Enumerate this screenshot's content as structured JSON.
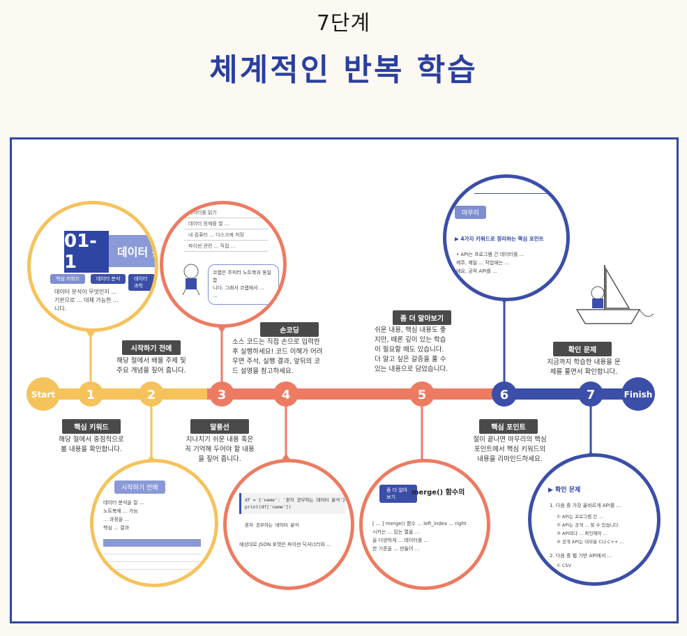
{
  "header": {
    "step": "7단계",
    "title": "체계적인 반복 학습"
  },
  "timeline": {
    "start": "Start",
    "finish": "Finish",
    "numbers": [
      "1",
      "2",
      "3",
      "4",
      "5",
      "6",
      "7"
    ],
    "colors": {
      "yellow": "#f5c25c",
      "orange": "#ec7b62",
      "blue": "#3b4ea8"
    }
  },
  "steps": {
    "s1": {
      "label": "핵심 키워드",
      "desc": [
        "해당 절에서 중점적으로",
        "볼 내용을 확인합니다."
      ]
    },
    "s2": {
      "label": "시작하기 전에",
      "desc": [
        "해당 절에서 배울 주제 및",
        "주요 개념을 짚어 줍니다."
      ]
    },
    "s3": {
      "label": "말풍선",
      "desc": [
        "지나치기 쉬운 내용 혹은",
        "꼭 기억해 두어야 할 내용",
        "을 짚어 줍니다."
      ]
    },
    "s4": {
      "label": "손코딩",
      "desc": [
        "소스 코드는 직접 손으로 입력한",
        "후 실행하세요! 코드 이해가 어려",
        "우면 주석, 실행 결과, 앞뒤의 코",
        "드 설명을 참고하세요."
      ]
    },
    "s5": {
      "label": "좀 더 알아보기",
      "desc": [
        "쉬운 내용, 핵심 내용도 좋",
        "지만, 때론 깊이 있는 학습",
        "이 필요할 때도 있습니다.",
        "더 알고 싶은 갈증을 풀 수",
        "있는 내용으로 담았습니다."
      ]
    },
    "s6": {
      "label": "핵심 포인트",
      "desc": [
        "절이 끝나면 마무리의 핵심",
        "포인트에서 핵심 키워드의",
        "내용을 리마인드하세요."
      ]
    },
    "s7": {
      "label": "확인 문제",
      "desc": [
        "지금까지 학습한 내용을 문",
        "제를 풀면서 확인합니다."
      ]
    }
  },
  "bubbles": {
    "b1": {
      "chapter": "01-1",
      "title": "데이터 분석",
      "tag1": "핵심 키워드",
      "tag2": "데이터 분석",
      "tag3": "데이터 과학",
      "body": [
        "데이터 분석이 무엇인지 ...",
        "기본으로 ... 대체 가능한 ...",
        "니다."
      ]
    },
    "b2": {
      "heading": "시작하기 전에",
      "rows": [
        "데이터 분석을 잘 ...",
        "노트북에 ... 가능",
        "... 과정을 ...",
        "핵심 ... 결과"
      ]
    },
    "b3": {
      "rows": [
        "데이터를 읽기",
        "데이터 정제를 할 ...",
        "내 컴퓨터 ... 다스크에 저장",
        "파이썬 관련 ... 직접 ..."
      ],
      "speech": [
        "코랩은 주피터 노트북과 동일합",
        "니다. 그래서 코랩에서 ...",
        "..."
      ]
    },
    "b4": {
      "code1": "df = {'name': '혼자 공부하는 데이터 분석'}",
      "code2": "print(df['name'])",
      "result": "혼자 공부하는 데이터 분석",
      "body": "예상대로 JSON 포맷은 파이썬 딕셔너리와 ..."
    },
    "b5": {
      "tag": "좀 더 알아보기",
      "title": "merge() 함수의",
      "body": [
        "[ ... ] merge() 함수 ... left_index ... right",
        "시키는 ... 있는 열을 ...",
        "을 다양하게 ... 데이터를 ...",
        "한 기준을 ... 만들어 ..."
      ]
    },
    "b6": {
      "tag": "마무리",
      "heading": "▶ 4가지 키워드로 정리하는 핵심 포인트",
      "body": [
        "• API는 프로그램 간 데이터를 ...",
        "제주, 제일 ... 작업에는 ...",
        "에요, 공적 API를 ..."
      ]
    },
    "b7": {
      "heading": "▶ 확인 문제",
      "q1": "1. 다음 중 가장 올바르게 API를 ...",
      "opts": [
        "① API는 프로그램 간 ...",
        "② API는 공개 ... 할 수 있습니다",
        "③ API마다 ... 확인해야 ...",
        "④ 공개 API는 대부분 C나 C++ ..."
      ],
      "q2": "2. 다음 중 웹 기반 API에서 ...",
      "q2opt": "① CSV"
    }
  }
}
